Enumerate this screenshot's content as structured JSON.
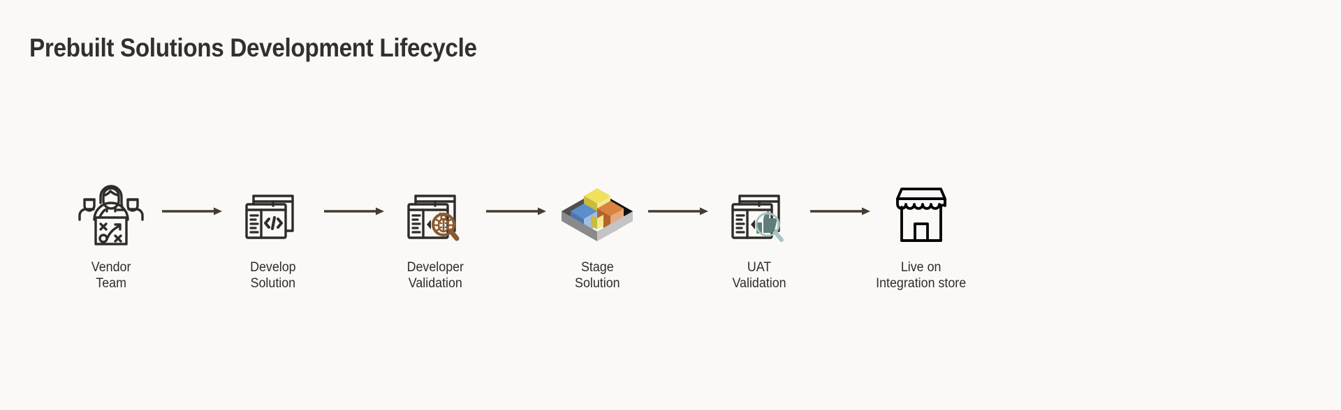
{
  "page": {
    "title": "Prebuilt Solutions Development Lifecycle",
    "background_color": "#faf9f7",
    "title_color": "#332f2c",
    "arrow_color": "#453d2e",
    "icon_outline_color": "#2e2b28",
    "label_color": "#2e2b28"
  },
  "flow": {
    "arrow_icon_name": "arrow-right-icon",
    "steps": [
      {
        "id": "vendor-team",
        "icon": "team-strategy-icon",
        "label_line1": "Vendor",
        "label_line2": "Team"
      },
      {
        "id": "develop-solution",
        "icon": "code-window-icon",
        "label_line1": "Develop",
        "label_line2": "Solution"
      },
      {
        "id": "developer-validation",
        "icon": "bug-magnifier-window-icon",
        "label_line1": "Developer",
        "label_line2": "Validation"
      },
      {
        "id": "stage-solution",
        "icon": "container-blocks-icon",
        "label_line1": "Stage",
        "label_line2": "Solution"
      },
      {
        "id": "uat-validation",
        "icon": "thumbs-up-magnifier-window-icon",
        "label_line1": "UAT",
        "label_line2": "Validation"
      },
      {
        "id": "live-integration-store",
        "icon": "storefront-icon",
        "label_line1": "Live on",
        "label_line2": "Integration store"
      }
    ]
  },
  "icon_colors": {
    "outline": "#2e2b28",
    "bug_magnifier": "#8b5a30",
    "bug_magnifier_light": "#9c6239",
    "thumbs_up": "#5f7d79",
    "magnifier_ring_teal": "#a8c4c2",
    "block_yellow_top": "#f0e05c",
    "block_yellow_left": "#c9bb3e",
    "block_yellow_right": "#f3ea8e",
    "block_orange_top": "#d8833f",
    "block_orange_left": "#b4622a",
    "block_orange_right": "#e3a97c",
    "block_blue_top": "#5b8fc9",
    "block_blue_left": "#4a76ab",
    "block_blue_right": "#9fc0e3",
    "container_light": "#c4c4c4",
    "container_mid": "#8a8a8a",
    "container_dark": "#4f4f4f",
    "container_black": "#111111"
  }
}
